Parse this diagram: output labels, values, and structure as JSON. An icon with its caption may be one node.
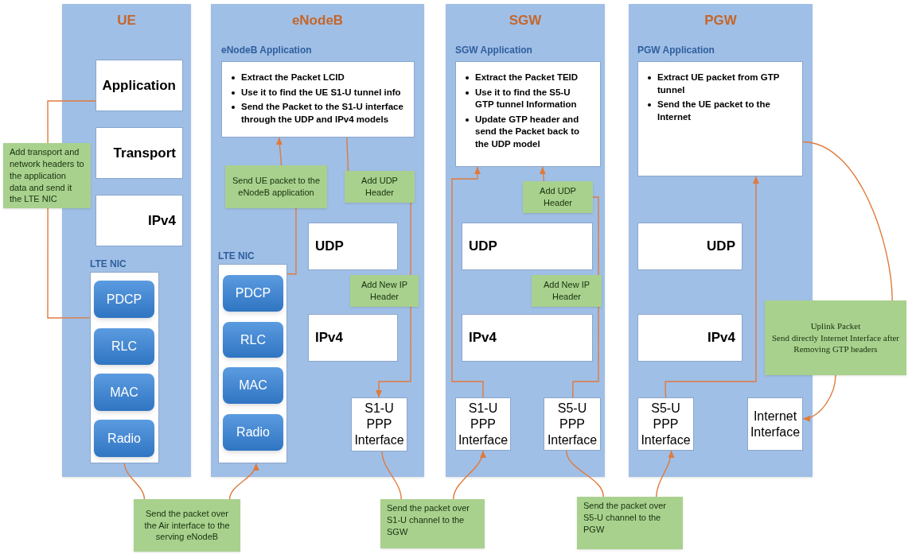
{
  "diagram": {
    "nodes": [
      {
        "text": [
          "UE"
        ]
      },
      {
        "text": [
          "Application"
        ],
        "in": 0
      },
      {
        "text": [
          "Transport"
        ],
        "in": 0
      },
      {
        "text": [
          "IPv4"
        ],
        "in": 0
      },
      {
        "text": [
          "LTE NIC"
        ],
        "in": 0
      },
      {
        "text": [
          "PDCP"
        ],
        "in": 4
      },
      {
        "text": [
          "RLC"
        ],
        "in": 4
      },
      {
        "text": [
          "MAC"
        ],
        "in": 4
      },
      {
        "text": [
          "Radio"
        ],
        "in": 4
      },
      {
        "text": [
          "Add transport and network headers to the application data and send it the LTE NIC"
        ]
      },
      {
        "text": [
          "eNodeB"
        ]
      },
      {
        "text": [
          "eNodeB Application",
          "Extract the Packet LCID",
          "Use it to find the UE S1-U tunnel info",
          "Send the Packet to the S1-U interface through the UDP and IPv4 models"
        ],
        "in": 10
      },
      {
        "text": [
          "Send UE packet to the eNodeB application"
        ],
        "in": 10
      },
      {
        "text": [
          "Add UDP Header"
        ],
        "in": 10
      },
      {
        "text": [
          "LTE NIC"
        ],
        "in": 10
      },
      {
        "text": [
          "PDCP"
        ],
        "in": 14
      },
      {
        "text": [
          "RLC"
        ],
        "in": 14
      },
      {
        "text": [
          "MAC"
        ],
        "in": 14
      },
      {
        "text": [
          "Radio"
        ],
        "in": 14
      },
      {
        "text": [
          "UDP"
        ],
        "in": 10
      },
      {
        "text": [
          "Add New IP Header"
        ],
        "in": 10
      },
      {
        "text": [
          "IPv4"
        ],
        "in": 10
      },
      {
        "text": [
          "S1-U PPP Interface"
        ],
        "in": 10
      },
      {
        "text": [
          "SGW"
        ]
      },
      {
        "text": [
          "SGW Application",
          "Extract the Packet TEID",
          "Use it to find the S5-U GTP tunnel Information",
          "Update GTP header and send the Packet back to the UDP model"
        ],
        "in": 23
      },
      {
        "text": [
          "Add UDP Header"
        ],
        "in": 23
      },
      {
        "text": [
          "UDP"
        ],
        "in": 23
      },
      {
        "text": [
          "Add New IP Header"
        ],
        "in": 23
      },
      {
        "text": [
          "IPv4"
        ],
        "in": 23
      },
      {
        "text": [
          "S1-U PPP Interface"
        ],
        "in": 23
      },
      {
        "text": [
          "S5-U PPP Interface"
        ],
        "in": 23
      },
      {
        "text": [
          "PGW"
        ]
      },
      {
        "text": [
          "PGW Application",
          "Extract UE packet from GTP tunnel",
          "Send the UE packet to the Internet"
        ],
        "in": 31
      },
      {
        "text": [
          "UDP"
        ],
        "in": 31
      },
      {
        "text": [
          "IPv4"
        ],
        "in": 31
      },
      {
        "text": [
          "S5-U PPP Interface"
        ],
        "in": 31
      },
      {
        "text": [
          "Internet Interface"
        ],
        "in": 31
      },
      {
        "text": [
          "Uplink Packet",
          "Send directly Internet Interface after Removing GTP headers"
        ]
      },
      {
        "text": [
          "Send the packet over the Air interface to the serving eNodeB"
        ]
      },
      {
        "text": [
          "Send the packet over S1-U channel to the SGW"
        ]
      },
      {
        "text": [
          "Send the packet over S5-U channel to the PGW"
        ]
      }
    ],
    "edges": [
      {
        "from": 1,
        "to": 9,
        "arrow": "none"
      },
      {
        "from": 9,
        "to": 4,
        "arrow": "none"
      },
      {
        "from": 4,
        "to": 38,
        "arrow": "none"
      },
      {
        "from": 38,
        "to": 14,
        "arrow": "to"
      },
      {
        "from": 14,
        "to": 12,
        "arrow": "none"
      },
      {
        "from": 12,
        "to": 11,
        "arrow": "to"
      },
      {
        "from": 11,
        "to": 13,
        "arrow": "none"
      },
      {
        "from": 13,
        "to": 20,
        "arrow": "none"
      },
      {
        "from": 20,
        "to": 22,
        "arrow": "to"
      },
      {
        "from": 22,
        "to": 39,
        "arrow": "none"
      },
      {
        "from": 39,
        "to": 29,
        "arrow": "to"
      },
      {
        "from": 29,
        "to": 24,
        "arrow": "to"
      },
      {
        "from": 25,
        "to": 24,
        "arrow": "to"
      },
      {
        "from": 25,
        "to": 27,
        "arrow": "none"
      },
      {
        "from": 27,
        "to": 30,
        "arrow": "none"
      },
      {
        "from": 30,
        "to": 40,
        "arrow": "none"
      },
      {
        "from": 40,
        "to": 35,
        "arrow": "to"
      },
      {
        "from": 35,
        "to": 32,
        "arrow": "to"
      },
      {
        "from": 32,
        "to": 37,
        "arrow": "none"
      },
      {
        "from": 37,
        "to": 36,
        "arrow": "to"
      }
    ]
  }
}
